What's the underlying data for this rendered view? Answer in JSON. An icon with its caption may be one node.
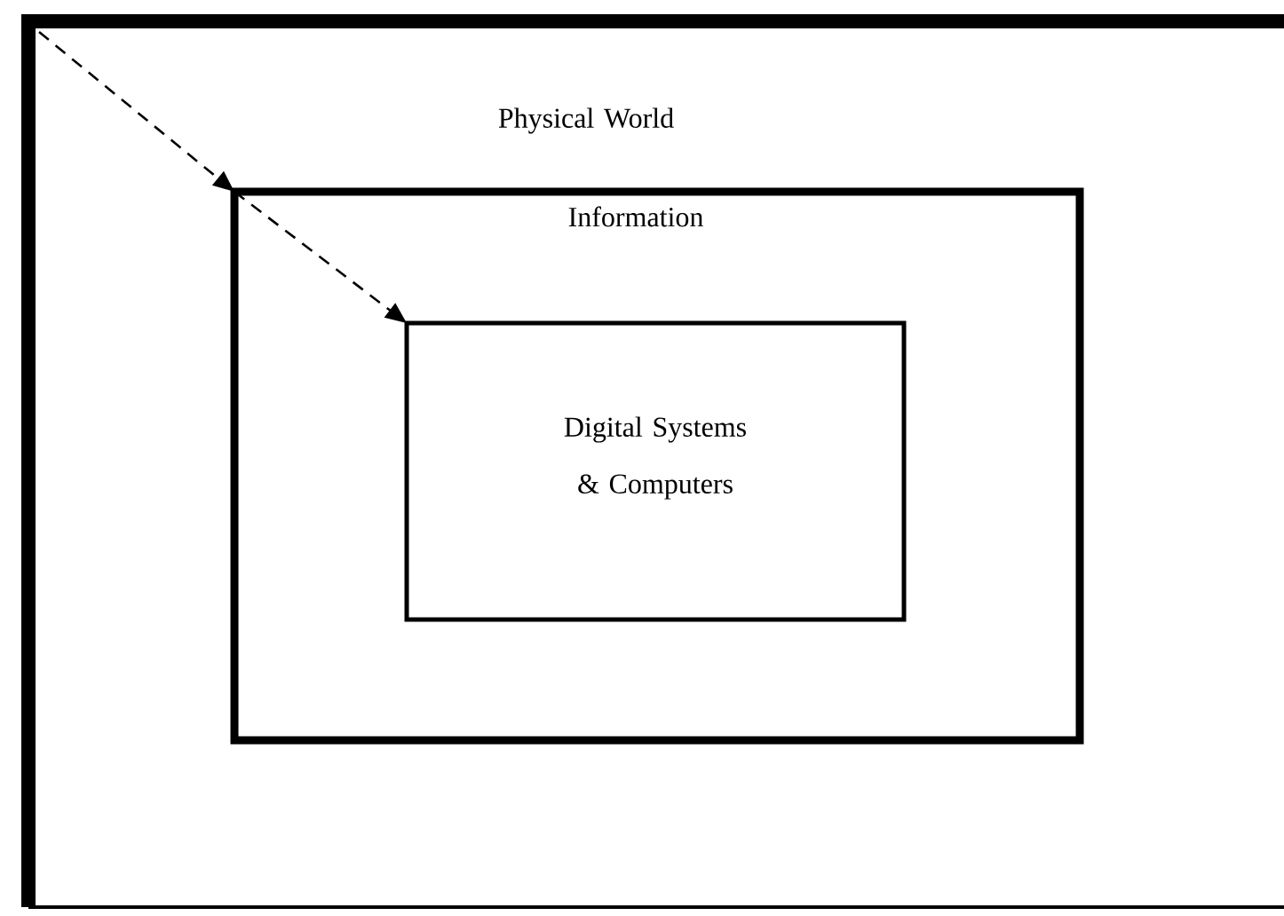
{
  "diagram": {
    "nodes": [
      {
        "text": [
          "Physical World"
        ]
      },
      {
        "text": [
          "Information"
        ],
        "in": 0
      },
      {
        "text": [
          "Digital Systems & Computers"
        ],
        "in": 1
      }
    ],
    "edges": [
      {
        "from": 0,
        "to": 1,
        "arrow": "to",
        "style": "dashed"
      },
      {
        "from": 1,
        "to": 2,
        "arrow": "to",
        "style": "dashed"
      }
    ]
  }
}
